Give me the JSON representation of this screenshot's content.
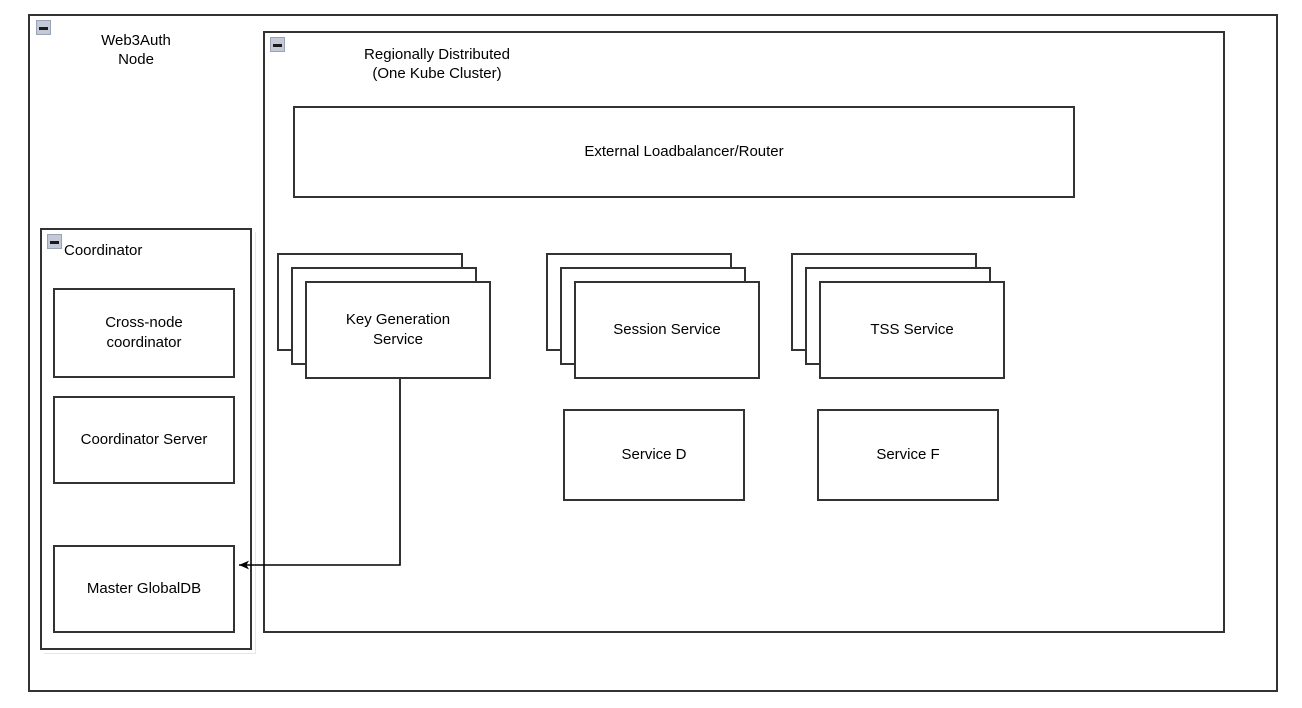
{
  "diagram": {
    "title_note": "Web3Auth node architecture diagram",
    "colors": {
      "stroke": "#333333",
      "background": "#ffffff",
      "collapse_fill": "#c3c9d6",
      "collapse_border": "#9aa3b4",
      "shadow": "#e6e6e6"
    }
  },
  "outer_frame": {
    "name": "web3auth-node-frame"
  },
  "node_container": {
    "label": "Web3Auth\nNode",
    "collapse_icon": "minus-box-icon"
  },
  "region_container": {
    "label": "Regionally Distributed\n(One Kube Cluster)",
    "collapse_icon": "minus-box-icon"
  },
  "coordinator": {
    "label": "Coordinator",
    "collapse_icon": "minus-box-icon",
    "children": [
      {
        "id": "cross-node-coordinator",
        "label": "Cross-node\ncoordinator"
      },
      {
        "id": "coordinator-server",
        "label": "Coordinator Server"
      },
      {
        "id": "master-globaldb",
        "label": "Master GlobalDB"
      }
    ]
  },
  "loadbalancer": {
    "label": "External Loadbalancer/Router"
  },
  "stacked_services": [
    {
      "id": "key-generation-service",
      "label": "Key Generation\nService",
      "layers": 3
    },
    {
      "id": "session-service",
      "label": "Session Service",
      "layers": 3
    },
    {
      "id": "tss-service",
      "label": "TSS Service",
      "layers": 3
    }
  ],
  "plain_services": [
    {
      "id": "service-d",
      "label": "Service D"
    },
    {
      "id": "service-f",
      "label": "Service F"
    }
  ],
  "connectors": [
    {
      "id": "keygen-to-masterdb",
      "from": "key-generation-service",
      "to": "master-globaldb",
      "arrowhead": "end"
    }
  ]
}
